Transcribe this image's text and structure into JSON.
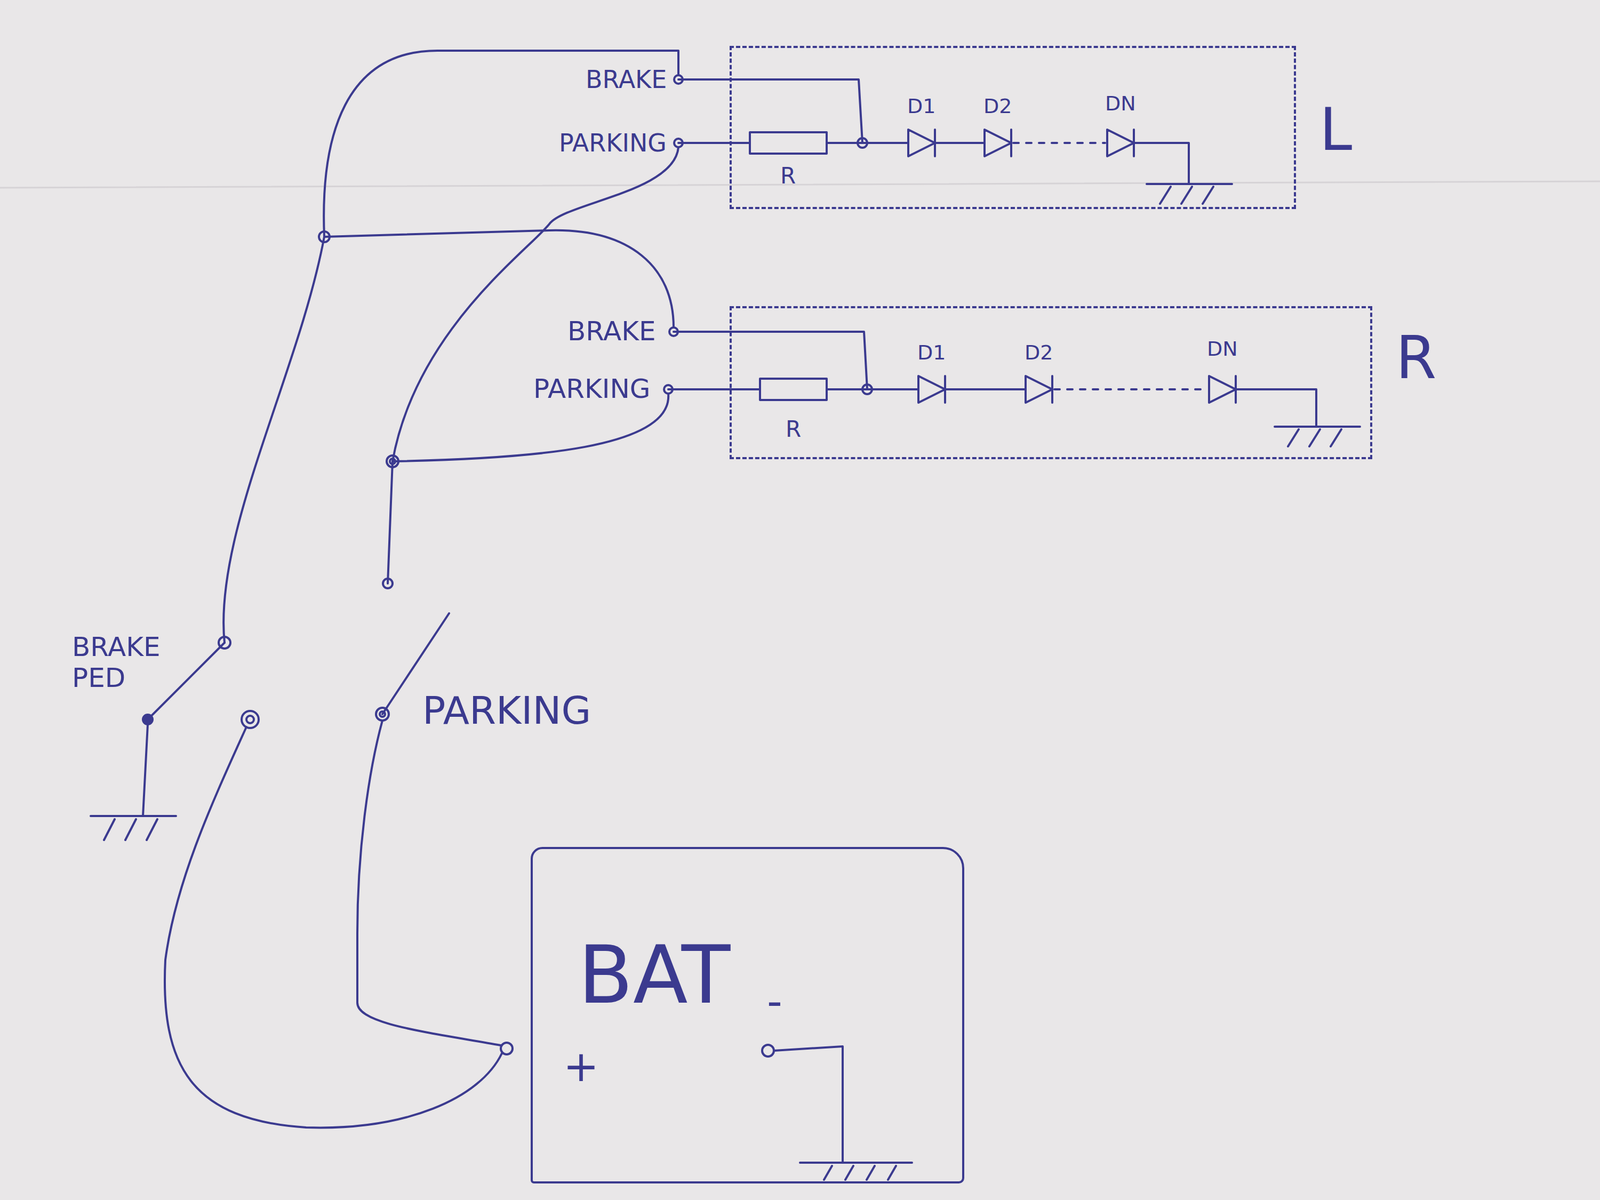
{
  "diagram": {
    "nodes": [
      {
        "text": [
          "L"
        ]
      },
      {
        "text": [
          "R"
        ]
      },
      {
        "text": [
          "BAT"
        ]
      }
    ],
    "labels": [
      "BRAKE",
      "PARKING",
      "D1",
      "D2",
      "DN",
      "R",
      "BRAKE",
      "PARKING",
      "D1",
      "D2",
      "DN",
      "R",
      "BRAKE PED",
      "PARKING",
      "+",
      "-"
    ]
  }
}
